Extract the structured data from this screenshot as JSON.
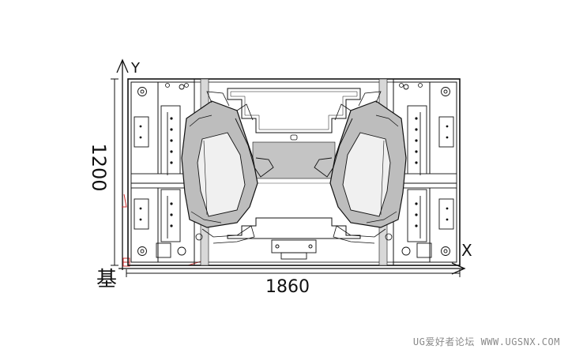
{
  "axes": {
    "y_label": "Y",
    "x_label": "X"
  },
  "dimensions": {
    "width": "1860",
    "height": "1200"
  },
  "base_label": "基",
  "watermark": "UG爱好者论坛 WWW.UGSNX.COM",
  "colors": {
    "line": "#111111",
    "shade": "#9a9a9a",
    "light_shade": "#d8d8d8",
    "marker": "#d03030",
    "background": "#ffffff"
  }
}
